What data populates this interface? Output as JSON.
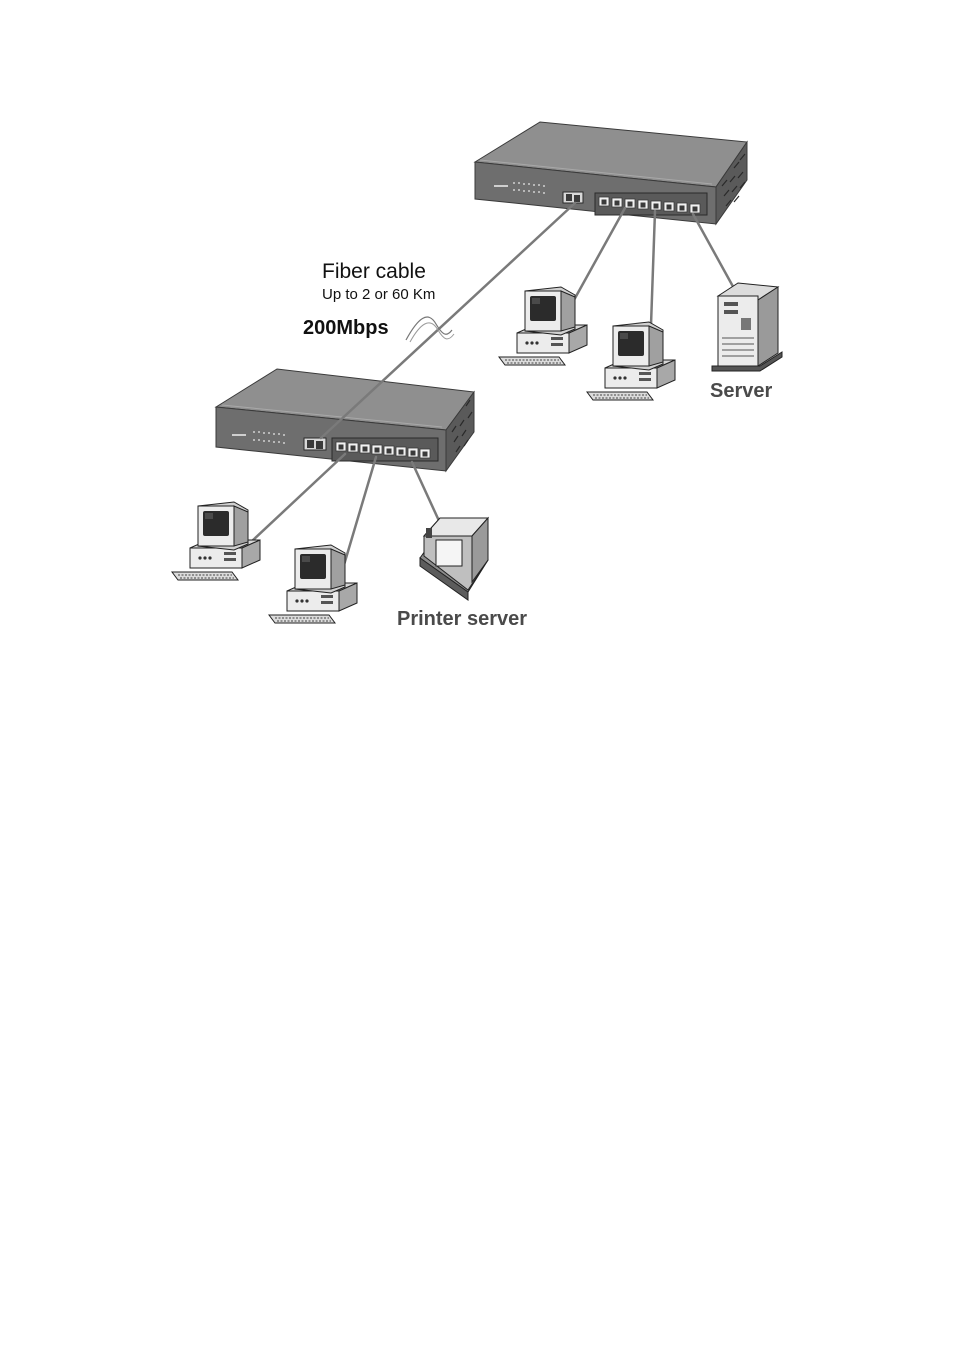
{
  "labels": {
    "fiber_cable": "Fiber cable",
    "fiber_range": "Up to 2 or 60 Km",
    "speed": "200Mbps",
    "server": "Server",
    "printer_server": "Printer server"
  },
  "devices": {
    "top_switch": {
      "name": "switch",
      "rj45_ports": 8,
      "fiber_ports": 1
    },
    "bottom_switch": {
      "name": "switch",
      "rj45_ports": 8,
      "fiber_ports": 1
    },
    "workstations": 4,
    "servers": 1,
    "printers": 1
  },
  "colors": {
    "switch_top": "#8f8f8f",
    "switch_front": "#6e6e6e",
    "switch_side": "#5a5a5a",
    "cable": "#7a7a7a",
    "device_light": "#ececec",
    "device_mid": "#bfbfbf",
    "device_dark": "#8c8c8c",
    "screen": "#2b2b2b"
  }
}
